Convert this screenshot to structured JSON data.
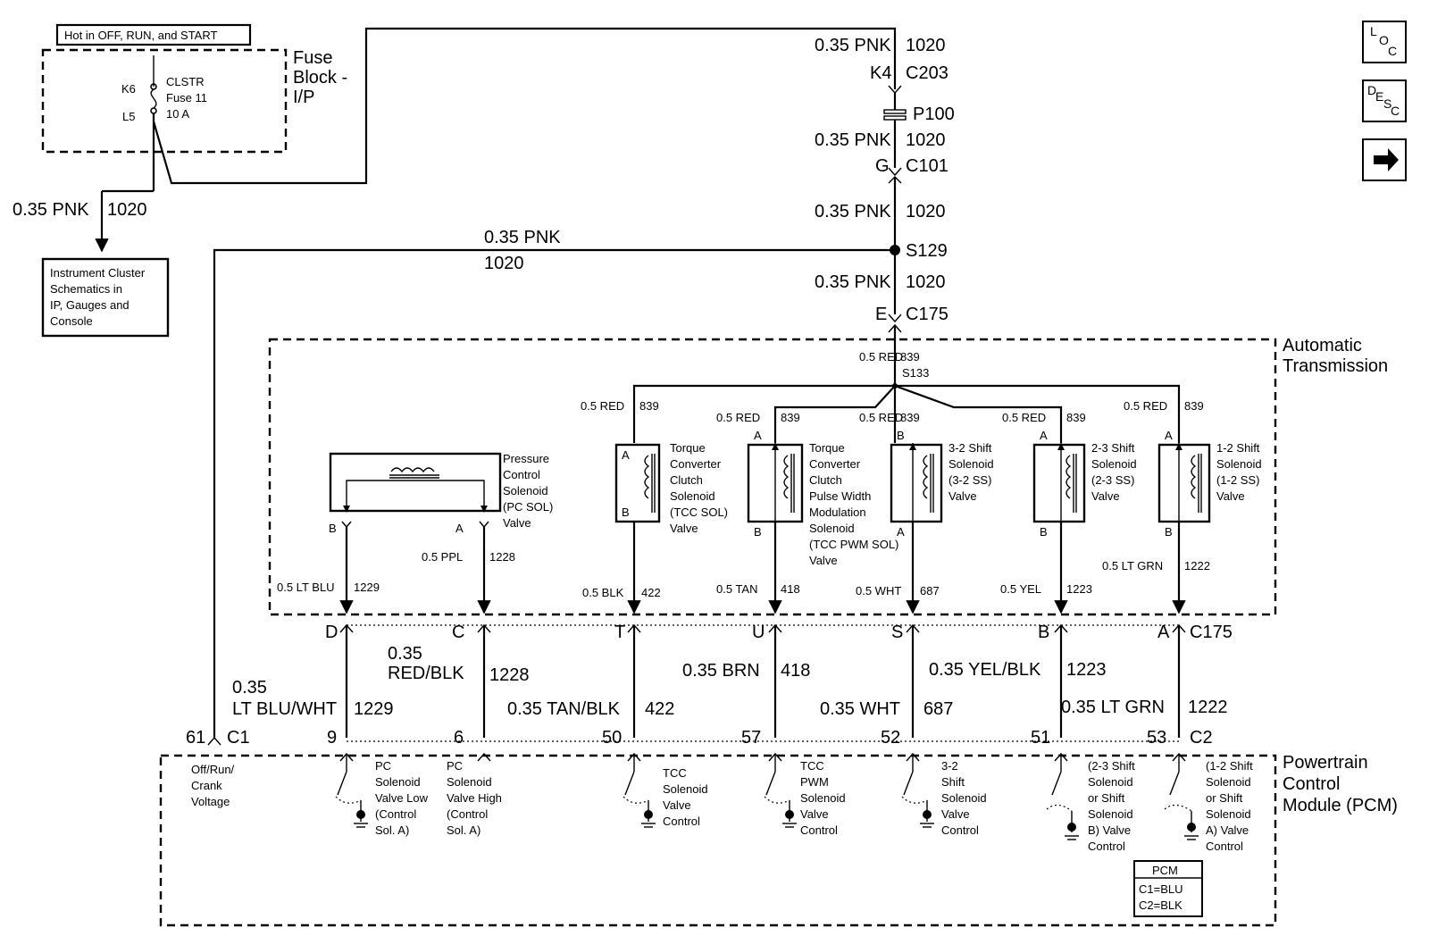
{
  "header": {
    "hot_label": "Hot in OFF, RUN, and START",
    "fuse_block": [
      "Fuse",
      "Block -",
      "I/P"
    ],
    "fuse_name": [
      "CLSTR",
      "Fuse 11",
      "10 A"
    ],
    "fuse_pins": [
      "K6",
      "L5"
    ]
  },
  "cluster_wire": {
    "gauge": "0.35 PNK",
    "circuit": "1020"
  },
  "cluster_box": [
    "Instrument Cluster",
    "Schematics in",
    "IP, Gauges and",
    "Console"
  ],
  "main_feed": {
    "w1": "0.35 PNK",
    "c1": "1020",
    "k4": "K4",
    "c203": "C203",
    "p100": "P100",
    "w2": "0.35 PNK",
    "c2": "1020",
    "g": "G",
    "c101": "C101",
    "w3": "0.35 PNK",
    "c3": "1020",
    "s129": "S129",
    "w4": "0.35 PNK",
    "c4": "1020",
    "e": "E",
    "c175": "C175"
  },
  "branch_wire": {
    "gauge": "0.35 PNK",
    "circuit": "1020"
  },
  "trans": {
    "title": [
      "Automatic",
      "Transmission"
    ],
    "splice_wire": {
      "gauge": "0.5 RED",
      "circuit": "839",
      "splice": "S133"
    },
    "red_wires": [
      {
        "gauge": "0.5 RED",
        "circuit": "839"
      },
      {
        "gauge": "0.5 RED",
        "circuit": "839"
      },
      {
        "gauge": "0.5 RED",
        "circuit": "839"
      },
      {
        "gauge": "0.5 RED",
        "circuit": "839"
      },
      {
        "gauge": "0.5 RED",
        "circuit": "839"
      },
      {
        "gauge": "0.5 RED",
        "circuit": "839"
      }
    ],
    "pc_sol": {
      "label": [
        "Pressure",
        "Control",
        "Solenoid",
        "(PC SOL)",
        "Valve"
      ],
      "pin_b": "B",
      "pin_a": "A"
    },
    "tcc_sol": {
      "label": [
        "Torque",
        "Converter",
        "Clutch",
        "Solenoid",
        "(TCC SOL)",
        "Valve"
      ],
      "pin_top": "A",
      "pin_bot": "B"
    },
    "tcc_pwm": {
      "label": [
        "Torque",
        "Converter",
        "Clutch",
        "Pulse Width",
        "Modulation",
        "Solenoid",
        "(TCC PWM SOL)",
        "Valve"
      ],
      "pin_top": "A",
      "pin_bot": "B"
    },
    "ss32": {
      "label": [
        "3-2 Shift",
        "Solenoid",
        "(3-2 SS)",
        "Valve"
      ],
      "pin_top": "B",
      "pin_bot": "A"
    },
    "ss23": {
      "label": [
        "2-3 Shift",
        "Solenoid",
        "(2-3 SS)",
        "Valve"
      ],
      "pin_top": "A",
      "pin_bot": "B"
    },
    "ss12": {
      "label": [
        "1-2 Shift",
        "Solenoid",
        "(1-2 SS)",
        "Valve"
      ],
      "pin_top": "A",
      "pin_bot": "B"
    },
    "low_wires": [
      {
        "gauge": "0.5 LT BLU",
        "circuit": "1229"
      },
      {
        "gauge": "0.5 PPL",
        "circuit": "1228"
      },
      {
        "gauge": "0.5 BLK",
        "circuit": "422"
      },
      {
        "gauge": "0.5 TAN",
        "circuit": "418"
      },
      {
        "gauge": "0.5 WHT",
        "circuit": "687"
      },
      {
        "gauge": "0.5 YEL",
        "circuit": "1223"
      },
      {
        "gauge": "0.5 LT GRN",
        "circuit": "1222"
      }
    ]
  },
  "c175_pins": [
    "D",
    "C",
    "T",
    "U",
    "S",
    "B",
    "A"
  ],
  "c175_label": "C175",
  "harness_wires": [
    {
      "gauge": [
        "0.35",
        "LT BLU/WHT"
      ],
      "circuit": "1229"
    },
    {
      "gauge": [
        "0.35",
        "RED/BLK"
      ],
      "circuit": "1228"
    },
    {
      "gauge": [
        "0.35 TAN/BLK"
      ],
      "circuit": "422"
    },
    {
      "gauge": [
        "0.35 BRN"
      ],
      "circuit": "418"
    },
    {
      "gauge": [
        "0.35 WHT"
      ],
      "circuit": "687"
    },
    {
      "gauge": [
        "0.35 YEL/BLK"
      ],
      "circuit": "1223"
    },
    {
      "gauge": [
        "0.35 LT GRN"
      ],
      "circuit": "1222"
    }
  ],
  "pcm_pins": {
    "c1_pin": "61",
    "c1": "C1",
    "pins": [
      "9",
      "6",
      "50",
      "57",
      "52",
      "51",
      "53"
    ],
    "c2": "C2"
  },
  "pcm": {
    "title": [
      "Powertrain",
      "Control",
      "Module (PCM)"
    ],
    "voltage": [
      "Off/Run/",
      "Crank",
      "Voltage"
    ],
    "drivers": [
      [
        "PC",
        "Solenoid",
        "Valve Low",
        "(Control",
        "Sol. A)"
      ],
      [
        "PC",
        "Solenoid",
        "Valve High",
        "(Control",
        "Sol. A)"
      ],
      [
        "TCC",
        "Solenoid",
        "Valve",
        "Control"
      ],
      [
        "TCC",
        "PWM",
        "Solenoid",
        "Valve",
        "Control"
      ],
      [
        "3-2",
        "Shift",
        "Solenoid",
        "Valve",
        "Control"
      ],
      [
        "(2-3 Shift",
        "Solenoid",
        "or Shift",
        "Solenoid",
        "B) Valve",
        "Control"
      ],
      [
        "(1-2 Shift",
        "Solenoid",
        "or Shift",
        "Solenoid",
        "A) Valve",
        "Control"
      ]
    ],
    "legend": [
      "PCM",
      "C1=BLU",
      "C2=BLK"
    ]
  },
  "nav": {
    "loc": [
      "L",
      "O",
      "C"
    ],
    "desc": [
      "D",
      "E",
      "S",
      "C"
    ],
    "next_icon": "arrow-right-icon"
  }
}
